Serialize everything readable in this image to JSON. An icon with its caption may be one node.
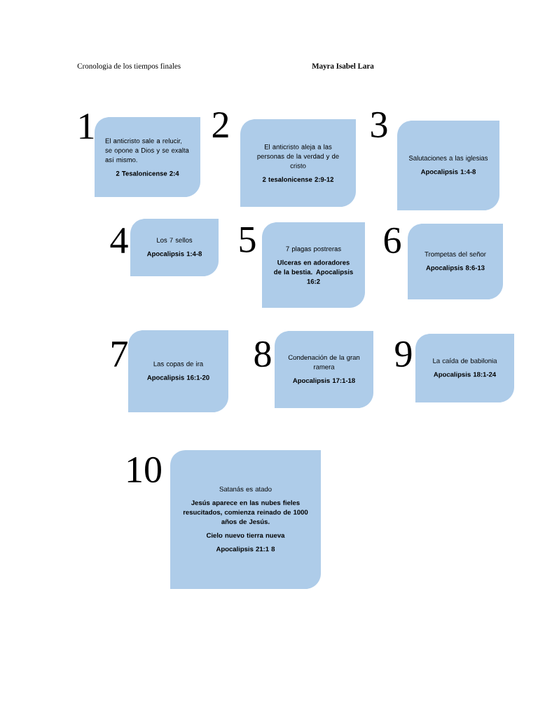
{
  "diagram": {
    "title": "Cronologia de los tiempos finales",
    "nodes": [
      {
        "text": [
          "El anticristo sale a relucir, se opone a Dios y se exalta así mismo.",
          "2 Tesalonicense 2:4"
        ],
        "beside": [
          "1"
        ]
      },
      {
        "text": [
          "El anticristo aleja a las personas de la verdad y de cristo",
          "2 tesalonicense 2:9-12"
        ],
        "beside": [
          "2"
        ]
      },
      {
        "text": [
          "Salutaciones a las iglesias",
          "Apocalipsis 1:4-8"
        ],
        "beside": [
          "3"
        ]
      },
      {
        "text": [
          "Los 7 sellos",
          "Apocalipsis 1:4-8"
        ],
        "beside": [
          "4"
        ]
      },
      {
        "text": [
          "7 plagas postreras",
          "Ulceras en adoradores de la bestia. Apocalipsis 16:2"
        ],
        "beside": [
          "5"
        ]
      },
      {
        "text": [
          "Trompetas del señor",
          "Apocalipsis 8:6-13"
        ],
        "beside": [
          "6"
        ]
      },
      {
        "text": [
          "Las copas de ira",
          "Apocalipsis 16:1-20"
        ],
        "beside": [
          "7"
        ]
      },
      {
        "text": [
          "Condenación de la gran ramera",
          "Apocalipsis 17:1-18"
        ],
        "beside": [
          "8"
        ]
      },
      {
        "text": [
          "La caída de babilonia",
          "Apocalipsis 18:1-24"
        ],
        "beside": [
          "9"
        ]
      },
      {
        "text": [
          "Satanás es atado",
          "Jesús aparece en las nubes fieles resucitados, comienza reinado de 1000 años de Jesús.",
          "Cielo nuevo tierra nueva",
          "Apocalipsis 21:1 8"
        ],
        "beside": [
          "10"
        ]
      }
    ],
    "labels": [
      "Mayra Isabel Lara"
    ]
  }
}
